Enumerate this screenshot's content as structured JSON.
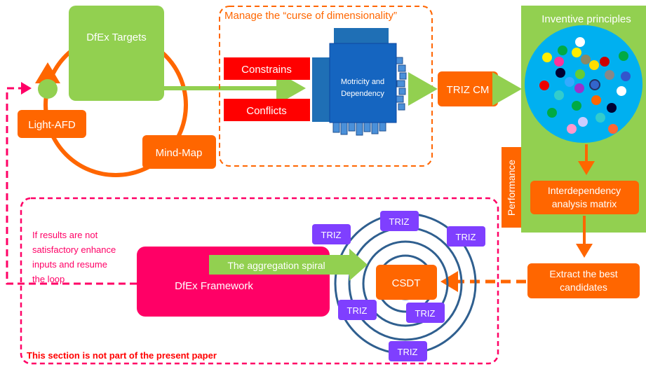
{
  "nodes": {
    "dfex_targets": "DfEx Targets",
    "light_afd": "Light-AFD",
    "mind_map": "Mind-Map",
    "constrains": "Constrains",
    "conflicts": "Conflicts",
    "motricity_line1": "Motricity and",
    "motricity_line2": "Dependency",
    "triz_cm": "TRIZ CM",
    "inventive_principles": "Inventive principles",
    "performance": "Performance",
    "interdependency_line1": "Interdependency",
    "interdependency_line2": "analysis matrix",
    "extract_line1": "Extract the best",
    "extract_line2": "candidates",
    "csdt": "CSDT",
    "dfex_framework": "DfEx Framework",
    "aggregation_spiral": "The aggregation spiral",
    "triz": "TRIZ"
  },
  "annotations": {
    "curse_title": "Manage the “curse of dimensionality”",
    "feedback_line1": "If results are not",
    "feedback_line2": "satisfactory enhance",
    "feedback_line3": "inputs and resume",
    "feedback_line4": "the loop",
    "section_note": "This section is not part of the present paper"
  },
  "colors": {
    "green": "#92d050",
    "orange": "#ff6600",
    "red": "#ff0000",
    "blue": "#1f6fb5",
    "cyan": "#00b0f0",
    "pink": "#ff0066",
    "purple": "#7f3fff",
    "spiral": "#2f5f8f"
  }
}
